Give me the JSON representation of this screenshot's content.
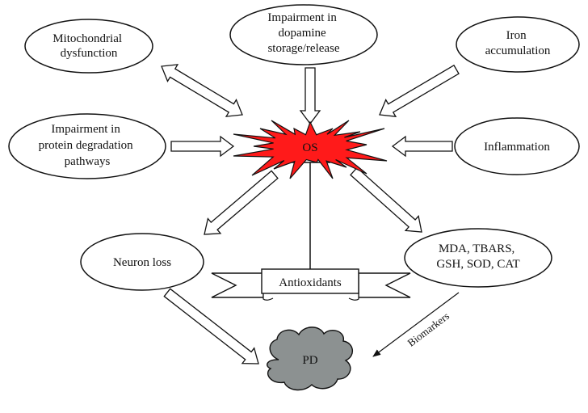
{
  "nodes": {
    "mito": {
      "lines": [
        "Mitochondrial",
        "dysfunction"
      ]
    },
    "dopamine": {
      "lines": [
        "Impairment in",
        "dopamine",
        "storage/release"
      ]
    },
    "iron": {
      "lines": [
        "Iron",
        "accumulation"
      ]
    },
    "protein": {
      "lines": [
        "Impairment in",
        "protein degradation",
        "pathways"
      ]
    },
    "os": {
      "label": "OS"
    },
    "inflammation": {
      "label": "Inflammation"
    },
    "neuron": {
      "label": "Neuron loss"
    },
    "markers": {
      "lines": [
        "MDA, TBARS,",
        "GSH, SOD, CAT"
      ]
    },
    "antioxidants": {
      "label": "Antioxidants"
    },
    "pd": {
      "label": "PD"
    },
    "biomarkers": {
      "label": "Biomarkers"
    }
  },
  "colors": {
    "os_fill": "#ff1a1a",
    "pd_fill": "#8c9191",
    "stroke": "#111111"
  }
}
